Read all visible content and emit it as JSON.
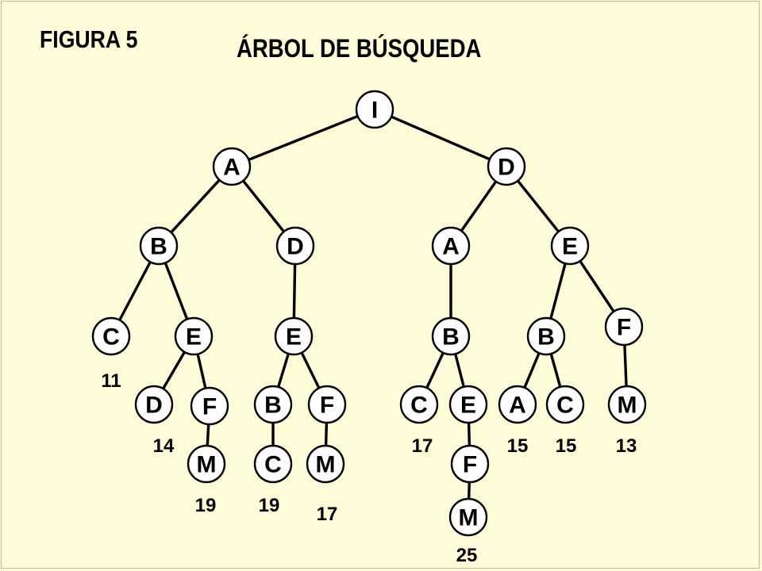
{
  "header": {
    "figure_label": "FIGURA 5",
    "title": "ÁRBOL DE BÚSQUEDA"
  },
  "tree": {
    "nodes": [
      {
        "id": "n0",
        "label": "I",
        "parent": null
      },
      {
        "id": "n1",
        "label": "A",
        "parent": "n0"
      },
      {
        "id": "n2",
        "label": "D",
        "parent": "n0"
      },
      {
        "id": "n3",
        "label": "B",
        "parent": "n1"
      },
      {
        "id": "n4",
        "label": "D",
        "parent": "n1"
      },
      {
        "id": "n5",
        "label": "A",
        "parent": "n2"
      },
      {
        "id": "n6",
        "label": "E",
        "parent": "n2"
      },
      {
        "id": "n7",
        "label": "C",
        "parent": "n3",
        "cost": "11"
      },
      {
        "id": "n8",
        "label": "E",
        "parent": "n3"
      },
      {
        "id": "n9",
        "label": "E",
        "parent": "n4"
      },
      {
        "id": "n10",
        "label": "B",
        "parent": "n5"
      },
      {
        "id": "n11",
        "label": "B",
        "parent": "n6"
      },
      {
        "id": "n12",
        "label": "F",
        "parent": "n6"
      },
      {
        "id": "n13",
        "label": "D",
        "parent": "n8",
        "cost": "14"
      },
      {
        "id": "n14",
        "label": "F",
        "parent": "n8"
      },
      {
        "id": "n15",
        "label": "B",
        "parent": "n9"
      },
      {
        "id": "n16",
        "label": "F",
        "parent": "n9"
      },
      {
        "id": "n17",
        "label": "C",
        "parent": "n10",
        "cost": "17"
      },
      {
        "id": "n18",
        "label": "E",
        "parent": "n10"
      },
      {
        "id": "n19",
        "label": "A",
        "parent": "n11",
        "cost": "15"
      },
      {
        "id": "n20",
        "label": "C",
        "parent": "n11",
        "cost": "15"
      },
      {
        "id": "n21",
        "label": "M",
        "parent": "n12",
        "cost": "13"
      },
      {
        "id": "n22",
        "label": "M",
        "parent": "n14",
        "cost": "19"
      },
      {
        "id": "n23",
        "label": "C",
        "parent": "n15",
        "cost": "19"
      },
      {
        "id": "n24",
        "label": "M",
        "parent": "n16",
        "cost": "17"
      },
      {
        "id": "n25",
        "label": "F",
        "parent": "n18"
      },
      {
        "id": "n26",
        "label": "M",
        "parent": "n25",
        "cost": "25"
      }
    ]
  }
}
